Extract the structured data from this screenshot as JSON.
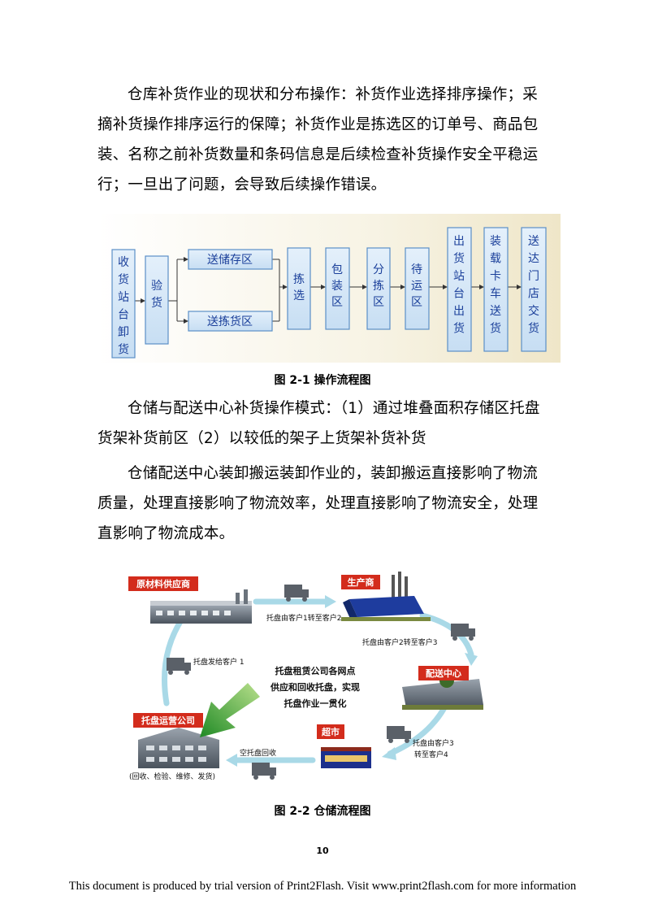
{
  "paragraphs": {
    "p1": "仓库补货作业的现状和分布操作：补货作业选择排序操作；采摘补货操作排序运行的保障；补货作业是拣选区的订单号、商品包装、名称之前补货数量和条码信息是后续检查补货操作安全平稳运行；一旦出了问题，会导致后续操作错误。",
    "p2": "仓储与配送中心补货操作模式：（1）通过堆叠面积存储区托盘货架补货前区（2）以较低的架子上货架补货补货",
    "p3": "仓储配送中心装卸搬运装卸作业的，装卸搬运直接影响了物流质量，处理直接影响了物流效率，处理直接影响了物流安全，处理直影响了物流成本。"
  },
  "figure1": {
    "caption": "图 2-1 操作流程图",
    "boxes": {
      "receive": "收货站台卸货",
      "inspect": "验货",
      "storage": "送储存区",
      "picking_area": "送拣货区",
      "pick": "拣选",
      "pack": "包装区",
      "sort": "分拣区",
      "wait": "待运区",
      "ship": "出货站台出货",
      "load": "装载卡车送货",
      "deliver": "送达门店交货"
    }
  },
  "figure2": {
    "caption": "图 2-2 仓储流程图",
    "labels": {
      "supplier": "原材料供应商",
      "producer": "生产商",
      "dc": "配送中心",
      "market": "超市",
      "operator": "托盘运营公司",
      "operator_note": "(回收、检验、维修、发货)",
      "t1": "托盘由客户1转至客户2",
      "t2": "托盘由客户2转至客户3",
      "t3a": "托盘由客户3",
      "t3b": "转至客户4",
      "t4": "空托盘回收",
      "t5": "托盘发给客户 1",
      "center1": "托盘租赁公司各网点",
      "center2": "供应和回收托盘，实现",
      "center3": "托盘作业一贯化"
    }
  },
  "page_number": "10",
  "footer": "This document is produced by trial version of Print2Flash. Visit www.print2flash.com for more information"
}
